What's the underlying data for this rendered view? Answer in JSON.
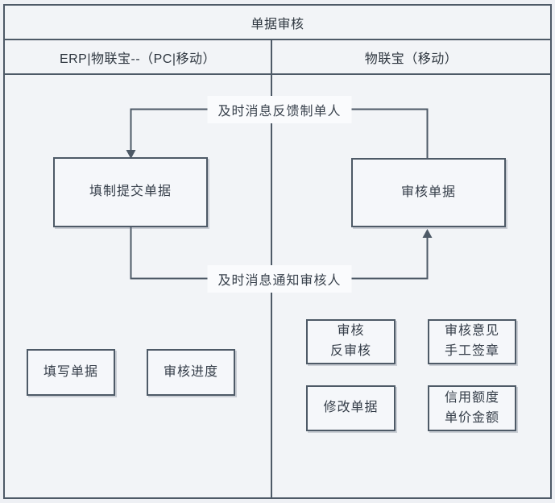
{
  "diagram": {
    "title": "单据审核",
    "lanes": {
      "left_header": "ERP|物联宝--（PC|移动）",
      "right_header": "物联宝（移动）"
    },
    "flow_labels": {
      "feedback": "及时消息反馈制单人",
      "notify": "及时消息通知审核人"
    },
    "nodes": {
      "fill_submit": {
        "label": "填制提交单据"
      },
      "review_doc": {
        "label": "审核单据"
      },
      "fill_doc": {
        "label": "填写单据"
      },
      "review_progress": {
        "label": "审核进度"
      },
      "review_unreview": {
        "lines": [
          "审核",
          "反审核"
        ]
      },
      "opinion_sign": {
        "lines": [
          "审核意见",
          "手工签章"
        ]
      },
      "modify_doc": {
        "label": "修改单据"
      },
      "credit_amount": {
        "lines": [
          "信用额度",
          "单价金额"
        ]
      }
    },
    "colors": {
      "line": "#4e5a67",
      "text": "#353e49",
      "background": "#f2f4f7",
      "label_background": "#fafbfd"
    }
  }
}
